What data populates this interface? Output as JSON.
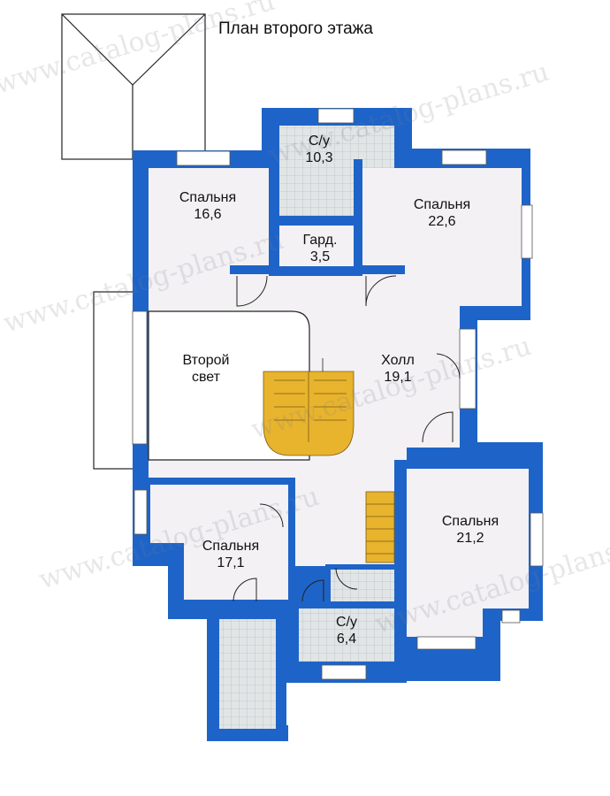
{
  "title": "План второго этажа",
  "watermark": "www.catalog-plans.ru",
  "colors": {
    "wall": "#1e64c8",
    "room_fill": "#f3f1f4",
    "wet_fill": "#d8dcde",
    "stair": "#e8b42e",
    "window": "#ffffff",
    "roof_line": "#222222"
  },
  "rooms": {
    "bath_top": {
      "name": "С/у",
      "area": "10,3"
    },
    "bedroom_nw": {
      "name": "Спальня",
      "area": "16,6"
    },
    "bedroom_ne": {
      "name": "Спальня",
      "area": "22,6"
    },
    "wardrobe": {
      "name": "Гард.",
      "area": "3,5"
    },
    "second_light": {
      "name": "Второй",
      "area": "свет"
    },
    "hall": {
      "name": "Холл",
      "area": "19,1"
    },
    "bedroom_se": {
      "name": "Спальня",
      "area": "21,2"
    },
    "bedroom_sw": {
      "name": "Спальня",
      "area": "17,1"
    },
    "bath_bottom": {
      "name": "С/у",
      "area": "6,4"
    }
  }
}
